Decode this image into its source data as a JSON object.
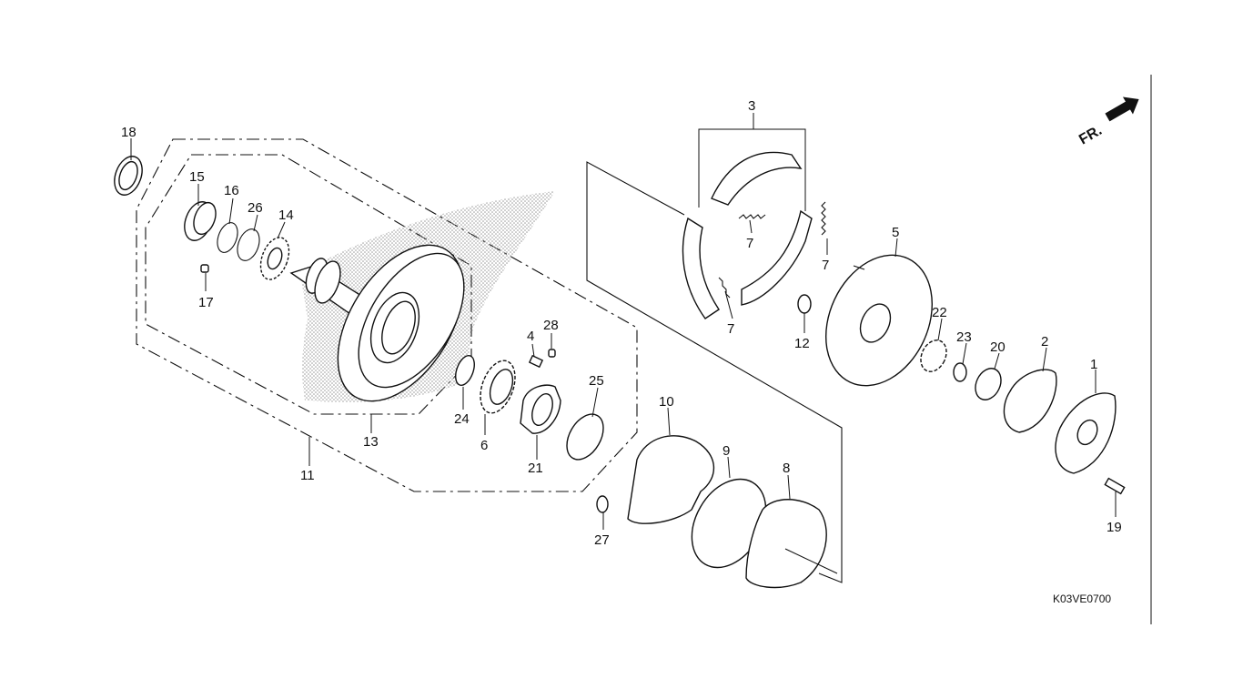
{
  "diagram": {
    "direction_label": "FR.",
    "figure_code": "K03VE0700",
    "callouts": [
      {
        "id": "c1",
        "text": "1"
      },
      {
        "id": "c2",
        "text": "2"
      },
      {
        "id": "c3",
        "text": "3"
      },
      {
        "id": "c4",
        "text": "4"
      },
      {
        "id": "c5",
        "text": "5"
      },
      {
        "id": "c6",
        "text": "6"
      },
      {
        "id": "c7a",
        "text": "7"
      },
      {
        "id": "c7b",
        "text": "7"
      },
      {
        "id": "c7c",
        "text": "7"
      },
      {
        "id": "c8",
        "text": "8"
      },
      {
        "id": "c9",
        "text": "9"
      },
      {
        "id": "c10",
        "text": "10"
      },
      {
        "id": "c11",
        "text": "11"
      },
      {
        "id": "c12",
        "text": "12"
      },
      {
        "id": "c13",
        "text": "13"
      },
      {
        "id": "c14",
        "text": "14"
      },
      {
        "id": "c15",
        "text": "15"
      },
      {
        "id": "c16",
        "text": "16"
      },
      {
        "id": "c17",
        "text": "17"
      },
      {
        "id": "c18",
        "text": "18"
      },
      {
        "id": "c19",
        "text": "19"
      },
      {
        "id": "c20",
        "text": "20"
      },
      {
        "id": "c21",
        "text": "21"
      },
      {
        "id": "c22",
        "text": "22"
      },
      {
        "id": "c23",
        "text": "23"
      },
      {
        "id": "c24",
        "text": "24"
      },
      {
        "id": "c25",
        "text": "25"
      },
      {
        "id": "c26",
        "text": "26"
      },
      {
        "id": "c27",
        "text": "27"
      },
      {
        "id": "c28",
        "text": "28"
      }
    ],
    "colors": {
      "line": "#111111",
      "background": "#ffffff",
      "stipple": "#9a9a9a"
    }
  }
}
